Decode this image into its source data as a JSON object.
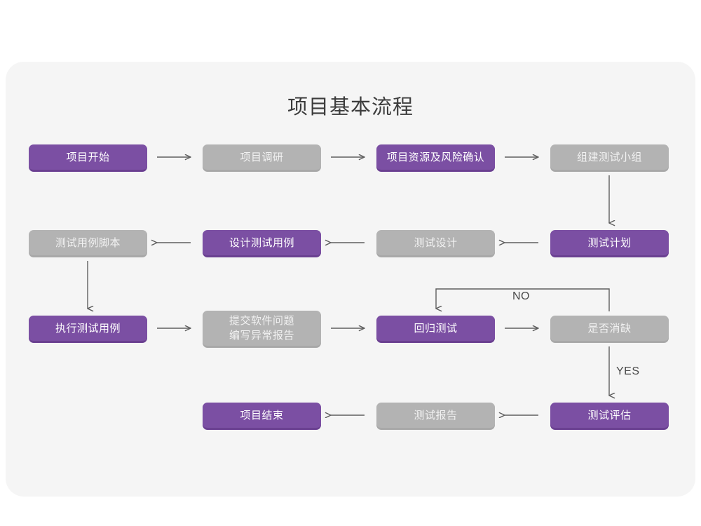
{
  "diagram": {
    "title": "项目基本流程",
    "background_color": "#ffffff",
    "panel_color": "#f5f5f5",
    "accent_purple": "#7b4fa3",
    "accent_gray": "#b3b3b3",
    "connector_color": "#6b6b6b",
    "nodes": [
      {
        "id": "n1",
        "label": "项目开始",
        "style": "purple",
        "row": 1,
        "col": 1
      },
      {
        "id": "n2",
        "label": "项目调研",
        "style": "gray",
        "row": 1,
        "col": 2
      },
      {
        "id": "n3",
        "label": "项目资源及风险确认",
        "style": "purple",
        "row": 1,
        "col": 3
      },
      {
        "id": "n4",
        "label": "组建测试小组",
        "style": "gray",
        "row": 1,
        "col": 4
      },
      {
        "id": "n5",
        "label": "测试用例脚本",
        "style": "gray",
        "row": 2,
        "col": 1
      },
      {
        "id": "n6",
        "label": "设计测试用例",
        "style": "purple",
        "row": 2,
        "col": 2
      },
      {
        "id": "n7",
        "label": "测试设计",
        "style": "gray",
        "row": 2,
        "col": 3
      },
      {
        "id": "n8",
        "label": "测试计划",
        "style": "purple",
        "row": 2,
        "col": 4
      },
      {
        "id": "n9",
        "label": "执行测试用例",
        "style": "purple",
        "row": 3,
        "col": 1
      },
      {
        "id": "n10",
        "label": "提交软件问题\n编写异常报告",
        "style": "gray",
        "row": 3,
        "col": 2
      },
      {
        "id": "n11",
        "label": "回归测试",
        "style": "purple",
        "row": 3,
        "col": 3
      },
      {
        "id": "n12",
        "label": "是否消缺",
        "style": "gray",
        "row": 3,
        "col": 4
      },
      {
        "id": "n13",
        "label": "项目结束",
        "style": "purple",
        "row": 4,
        "col": 2
      },
      {
        "id": "n14",
        "label": "测试报告",
        "style": "gray",
        "row": 4,
        "col": 3
      },
      {
        "id": "n15",
        "label": "测试评估",
        "style": "purple",
        "row": 4,
        "col": 4
      }
    ],
    "edges": [
      {
        "from": "n1",
        "to": "n2",
        "dir": "right",
        "label": ""
      },
      {
        "from": "n2",
        "to": "n3",
        "dir": "right",
        "label": ""
      },
      {
        "from": "n3",
        "to": "n4",
        "dir": "right",
        "label": ""
      },
      {
        "from": "n4",
        "to": "n8",
        "dir": "down",
        "label": ""
      },
      {
        "from": "n8",
        "to": "n7",
        "dir": "left",
        "label": ""
      },
      {
        "from": "n7",
        "to": "n6",
        "dir": "left",
        "label": ""
      },
      {
        "from": "n6",
        "to": "n5",
        "dir": "left",
        "label": ""
      },
      {
        "from": "n5",
        "to": "n9",
        "dir": "down",
        "label": ""
      },
      {
        "from": "n9",
        "to": "n10",
        "dir": "right",
        "label": ""
      },
      {
        "from": "n10",
        "to": "n11",
        "dir": "right",
        "label": ""
      },
      {
        "from": "n11",
        "to": "n12",
        "dir": "right",
        "label": ""
      },
      {
        "from": "n12",
        "to": "n11",
        "dir": "loop-up",
        "label": "NO"
      },
      {
        "from": "n12",
        "to": "n15",
        "dir": "down",
        "label": "YES"
      },
      {
        "from": "n15",
        "to": "n14",
        "dir": "left",
        "label": ""
      },
      {
        "from": "n14",
        "to": "n13",
        "dir": "left",
        "label": ""
      }
    ],
    "edge_labels": {
      "no": "NO",
      "yes": "YES"
    }
  }
}
